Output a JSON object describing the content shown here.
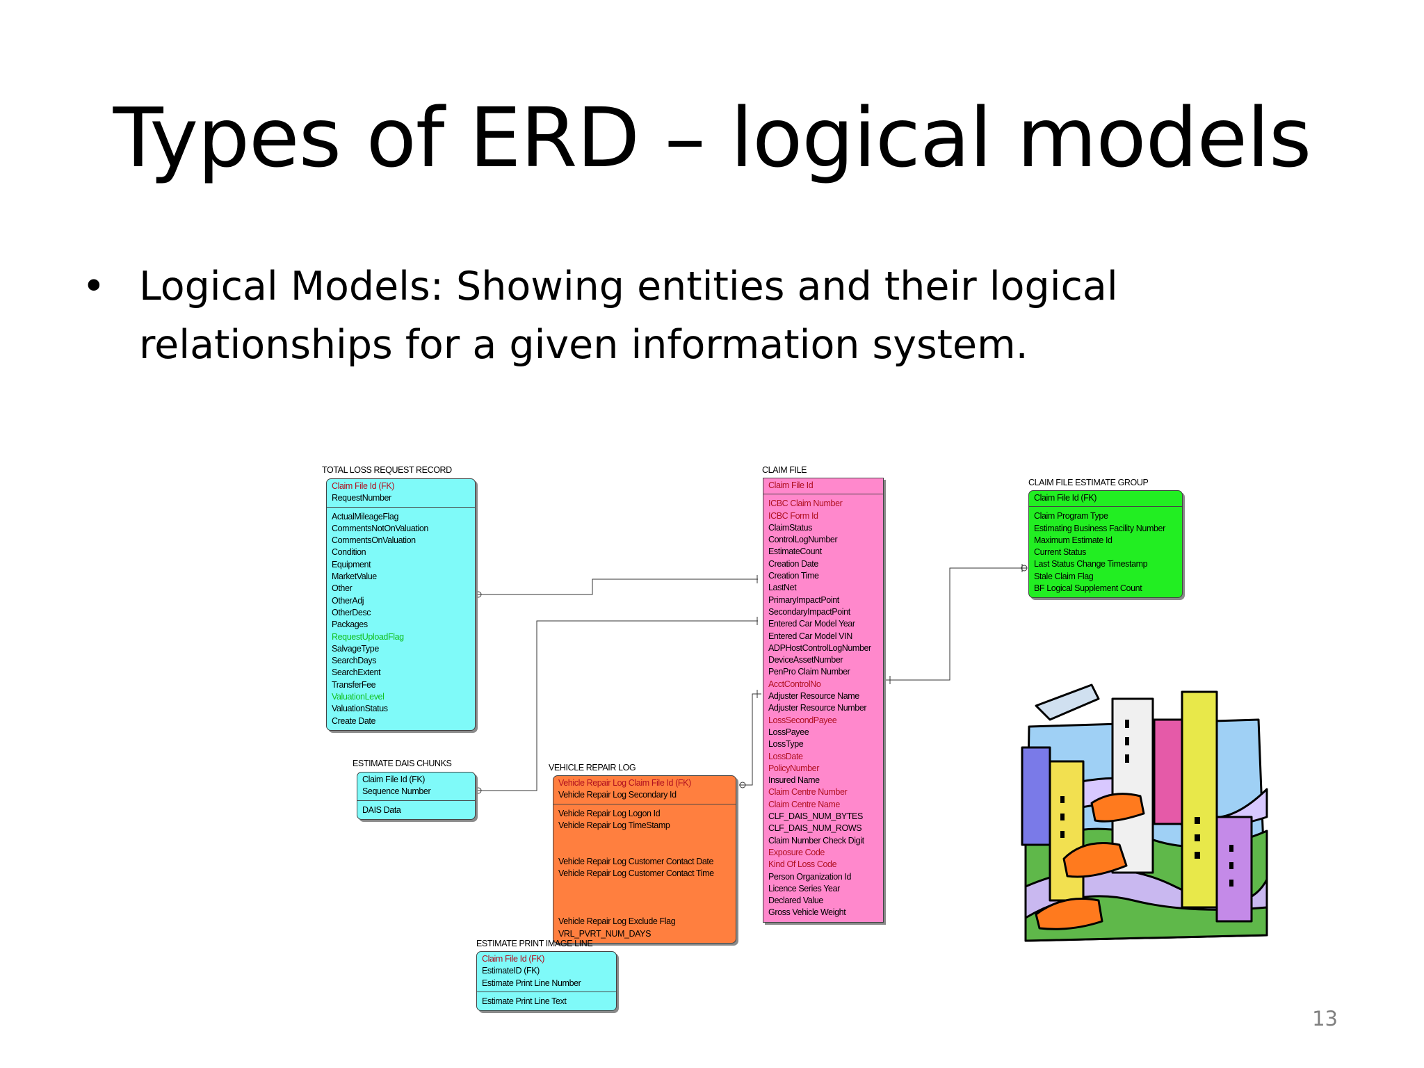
{
  "slide": {
    "title": "Types of ERD – logical models",
    "bullet": "Logical Models: Showing entities and their logical relationships for a given information system.",
    "bullet_symbol": "•",
    "page_number": "13"
  },
  "colors": {
    "cyan": "#7ffaf9",
    "pink": "#ff88cc",
    "green": "#22ee22",
    "orange": "#ff7f3f",
    "red_text": "#b01020",
    "green_text": "#10c020"
  },
  "entities": {
    "total_loss": {
      "title": "TOTAL LOSS REQUEST RECORD",
      "keys": [
        {
          "t": "Claim File Id (FK)",
          "c": "red"
        },
        {
          "t": "RequestNumber",
          "c": "black"
        }
      ],
      "attrs": [
        {
          "t": "ActualMileageFlag",
          "c": "black"
        },
        {
          "t": "CommentsNotOnValuation",
          "c": "black"
        },
        {
          "t": "CommentsOnValuation",
          "c": "black"
        },
        {
          "t": "Condition",
          "c": "black"
        },
        {
          "t": "Equipment",
          "c": "black"
        },
        {
          "t": "MarketValue",
          "c": "black"
        },
        {
          "t": "Other",
          "c": "black"
        },
        {
          "t": "OtherAdj",
          "c": "black"
        },
        {
          "t": "OtherDesc",
          "c": "black"
        },
        {
          "t": "Packages",
          "c": "black"
        },
        {
          "t": "RequestUploadFlag",
          "c": "green"
        },
        {
          "t": "SalvageType",
          "c": "black"
        },
        {
          "t": "SearchDays",
          "c": "black"
        },
        {
          "t": "SearchExtent",
          "c": "black"
        },
        {
          "t": "TransferFee",
          "c": "black"
        },
        {
          "t": "ValuationLevel",
          "c": "green"
        },
        {
          "t": "ValuationStatus",
          "c": "black"
        },
        {
          "t": "Create Date",
          "c": "black"
        }
      ]
    },
    "claim_file": {
      "title": "CLAIM FILE",
      "keys": [
        {
          "t": "Claim File Id",
          "c": "red"
        }
      ],
      "attrs": [
        {
          "t": "ICBC Claim Number",
          "c": "red"
        },
        {
          "t": "ICBC Form Id",
          "c": "red"
        },
        {
          "t": "ClaimStatus",
          "c": "black"
        },
        {
          "t": "ControlLogNumber",
          "c": "black"
        },
        {
          "t": "EstimateCount",
          "c": "black"
        },
        {
          "t": "Creation Date",
          "c": "black"
        },
        {
          "t": "Creation Time",
          "c": "black"
        },
        {
          "t": "LastNet",
          "c": "black"
        },
        {
          "t": "PrimaryImpactPoint",
          "c": "black"
        },
        {
          "t": "SecondaryImpactPoint",
          "c": "black"
        },
        {
          "t": "Entered Car Model Year",
          "c": "black"
        },
        {
          "t": "Entered Car Model VIN",
          "c": "black"
        },
        {
          "t": "ADPHostControlLogNumber",
          "c": "black"
        },
        {
          "t": "DeviceAssetNumber",
          "c": "black"
        },
        {
          "t": "PenPro Claim Number",
          "c": "black"
        },
        {
          "t": "AcctControlNo",
          "c": "red"
        },
        {
          "t": "Adjuster Resource Name",
          "c": "black"
        },
        {
          "t": "Adjuster Resource Number",
          "c": "black"
        },
        {
          "t": "LossSecondPayee",
          "c": "red"
        },
        {
          "t": "LossPayee",
          "c": "black"
        },
        {
          "t": "LossType",
          "c": "black"
        },
        {
          "t": "LossDate",
          "c": "red"
        },
        {
          "t": "PolicyNumber",
          "c": "red"
        },
        {
          "t": "Insured Name",
          "c": "black"
        },
        {
          "t": "Claim Centre Number",
          "c": "red"
        },
        {
          "t": "Claim Centre Name",
          "c": "red"
        },
        {
          "t": "CLF_DAIS_NUM_BYTES",
          "c": "black"
        },
        {
          "t": "CLF_DAIS_NUM_ROWS",
          "c": "black"
        },
        {
          "t": "Claim Number Check Digit",
          "c": "black"
        },
        {
          "t": "Exposure Code",
          "c": "red"
        },
        {
          "t": "Kind Of Loss Code",
          "c": "red"
        },
        {
          "t": "Person Organization Id",
          "c": "black"
        },
        {
          "t": "Licence Series Year",
          "c": "black"
        },
        {
          "t": "Declared Value",
          "c": "black"
        },
        {
          "t": "Gross Vehicle Weight",
          "c": "black"
        }
      ]
    },
    "estimate_group": {
      "title": "CLAIM FILE ESTIMATE GROUP",
      "keys": [
        {
          "t": "Claim File Id (FK)",
          "c": "black"
        }
      ],
      "attrs": [
        {
          "t": "Claim Program Type",
          "c": "black"
        },
        {
          "t": "Estimating Business Facility Number",
          "c": "black"
        },
        {
          "t": "Maximum Estimate Id",
          "c": "black"
        },
        {
          "t": "Current Status",
          "c": "black"
        },
        {
          "t": "Last Status Change Timestamp",
          "c": "black"
        },
        {
          "t": "Stale Claim Flag",
          "c": "black"
        },
        {
          "t": "BF Logical Supplement Count",
          "c": "black"
        }
      ]
    },
    "dais_chunks": {
      "title": "ESTIMATE DAIS CHUNKS",
      "keys": [
        {
          "t": "Claim File Id (FK)",
          "c": "black"
        },
        {
          "t": "Sequence Number",
          "c": "black"
        }
      ],
      "attrs": [
        {
          "t": "DAIS Data",
          "c": "black"
        }
      ]
    },
    "repair_log": {
      "title": "VEHICLE REPAIR LOG",
      "keys": [
        {
          "t": "Vehicle Repair Log Claim File Id (FK)",
          "c": "red"
        },
        {
          "t": "Vehicle Repair Log Secondary Id",
          "c": "black"
        }
      ],
      "attrs": [
        {
          "t": "Vehicle Repair Log Logon Id",
          "c": "black"
        },
        {
          "t": "Vehicle Repair Log TimeStamp",
          "c": "black"
        },
        {
          "t": "",
          "c": "gap"
        },
        {
          "t": "",
          "c": "gap"
        },
        {
          "t": "Vehicle Repair Log Customer Contact Date",
          "c": "black"
        },
        {
          "t": "Vehicle Repair Log Customer Contact Time",
          "c": "black"
        },
        {
          "t": "",
          "c": "gap"
        },
        {
          "t": "",
          "c": "gap"
        },
        {
          "t": "",
          "c": "gap"
        },
        {
          "t": "Vehicle Repair Log Exclude Flag",
          "c": "black"
        },
        {
          "t": "VRL_PVRT_NUM_DAYS",
          "c": "black"
        }
      ]
    },
    "print_image": {
      "title": "ESTIMATE PRINT IMAGE LINE",
      "keys": [
        {
          "t": "Claim File Id (FK)",
          "c": "red"
        },
        {
          "t": "EstimateID (FK)",
          "c": "black"
        },
        {
          "t": "Estimate Print Line Number",
          "c": "black"
        }
      ],
      "attrs": [
        {
          "t": "Estimate Print Line Text",
          "c": "black"
        }
      ]
    }
  }
}
